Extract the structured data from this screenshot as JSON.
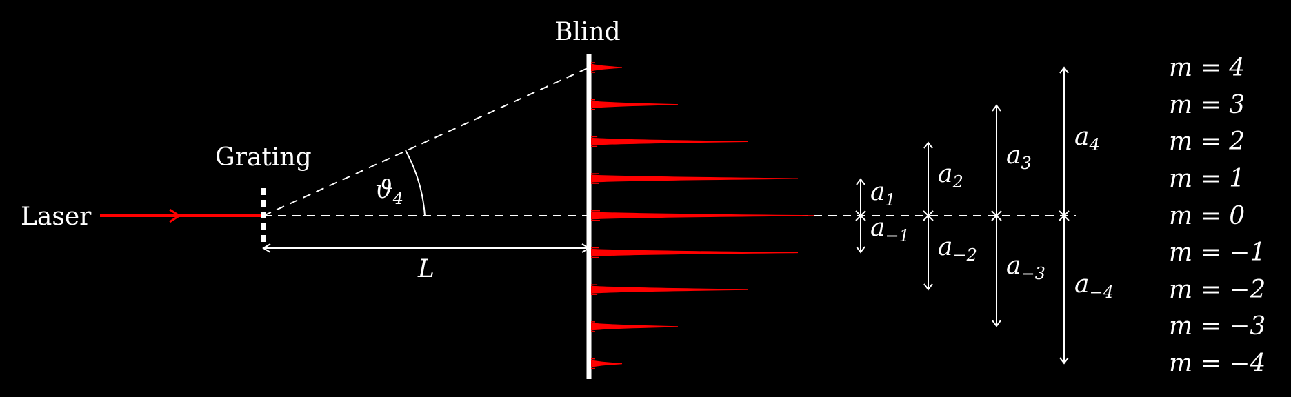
{
  "labels": {
    "laser": "Laser",
    "grating": "Grating",
    "blind": "Blind",
    "angle": "ϑ",
    "angle_sub": "4",
    "distance": "L"
  },
  "distance_labels": [
    {
      "base": "a",
      "sub": "1"
    },
    {
      "base": "a",
      "sub": "−1"
    },
    {
      "base": "a",
      "sub": "2"
    },
    {
      "base": "a",
      "sub": "−2"
    },
    {
      "base": "a",
      "sub": "3"
    },
    {
      "base": "a",
      "sub": "−3"
    },
    {
      "base": "a",
      "sub": "4"
    },
    {
      "base": "a",
      "sub": "−4"
    }
  ],
  "orders": [
    "m = 4",
    "m = 3",
    "m = 2",
    "m = 1",
    "m = 0",
    "m = −1",
    "m = −2",
    "m = −3",
    "m = −4"
  ],
  "peak_intensities": [
    0.15,
    0.42,
    0.76,
    1.0,
    1.08,
    1.0,
    0.76,
    0.42,
    0.15
  ],
  "colors": {
    "background": "#000000",
    "foreground": "#ffffff",
    "beam": "#ff0000"
  }
}
